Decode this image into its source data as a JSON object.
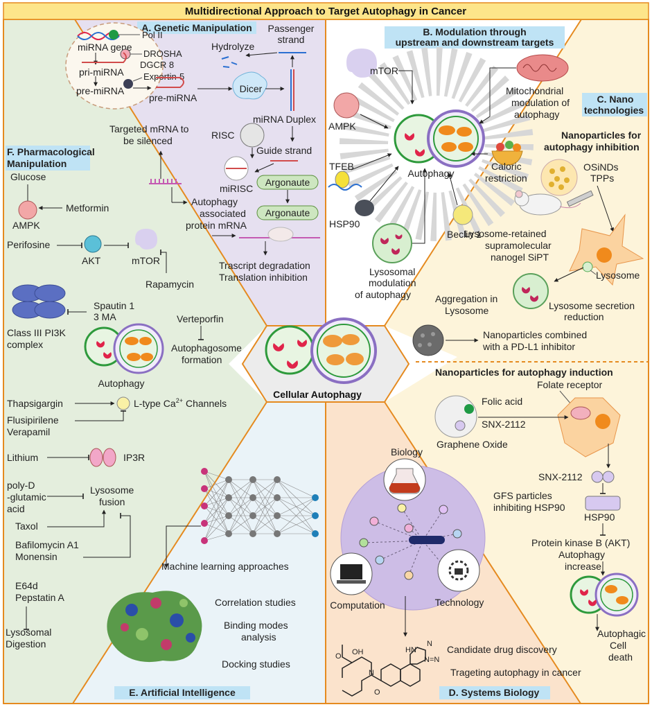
{
  "title": "Multidirectional Approach to Target Autophagy in Cancer",
  "center_label": "Cellular Autophagy",
  "colors": {
    "outline": "#e58a1f",
    "banner": "#fde58a",
    "label_bg": "#bfe3f5",
    "panel_A": "#e6e0f0",
    "panel_B": "#ffffff",
    "panel_C": "#fdf4da",
    "panel_D": "#fbe3cc",
    "panel_E": "#eaf3f8",
    "panel_F": "#e4eedd",
    "center": "#ececec",
    "cell_green": "#2e9a3c",
    "cell_purple": "#8a6fc2",
    "cargo_red": "#e0244a",
    "mito_orange": "#f08a1c"
  },
  "A": {
    "title": "A. Genetic Manipulation",
    "pol2": "Pol II",
    "mirna_gene": "miRNA gene",
    "drosha": "DROSHA",
    "dgcr8": "DGCR 8",
    "pri": "pri-miRNA",
    "exportin": "Exportin-5",
    "pre": "pre-miRNA",
    "pre2": "pre-miRNA",
    "dicer": "Dicer",
    "hydrolyze": "Hydrolyze",
    "passenger1": "Passenger",
    "passenger2": "strand",
    "duplex": "miRNA Duplex",
    "targeted1": "Targeted mRNA to",
    "targeted2": "be silenced",
    "risc": "RISC",
    "guide": "Guide strand",
    "mirisc": "miRISC",
    "argo1": "Argonaute",
    "argo2": "Argonaute",
    "assoc1": "Autophagy",
    "assoc2": "associated",
    "assoc3": "protein mRNA",
    "trans1": "Trascript degradation",
    "trans2": "Translation inhibition"
  },
  "B": {
    "title1": "B. Modulation through",
    "title2": "upstream and downstream targets",
    "mtor": "mTOR",
    "mito1": "Mitochondrial",
    "mito2": "modulation of",
    "mito3": "autophagy",
    "ampk": "AMPK",
    "tfeb": "TFEB",
    "autophagy": "Autophagy",
    "caloric1": "Caloric",
    "caloric2": "restriction",
    "hsp90": "HSP90",
    "beclin": "Beclin 1",
    "lyso1": "Lysosomal",
    "lyso2": "modulation",
    "lyso3": "of autophagy"
  },
  "C": {
    "title1": "C. Nano",
    "title2": "technologies",
    "inhib1": "Nanoparticles for",
    "inhib2": "autophagy inhibition",
    "osinds": "OSiNDs",
    "tpps": "TPPs",
    "retained1": "Lysosome-retained",
    "retained2": "supramolecular",
    "retained3": "nanogel SiPT",
    "lysosome": "Lysosome",
    "agg1": "Aggregation in",
    "agg2": "Lysosome",
    "secretion1": "Lysosome secretion",
    "secretion2": "reduction",
    "pdl1_1": "Nanoparticles combined",
    "pdl1_2": "with a PD-L1 inhibitor",
    "induct": "Nanoparticles for autophagy induction",
    "folate": "Folate receptor",
    "folic": "Folic acid",
    "snx": "SNX-2112",
    "graphene": "Graphene Oxide",
    "snx2": "SNX-2112",
    "gfs1": "GFS particles",
    "gfs2": "inhibiting HSP90",
    "hsp90": "HSP90",
    "pkb1": "Protein kinase B (AKT)",
    "pkb2": "Autophagy",
    "pkb3": "increase",
    "death1": "Autophagic",
    "death2": "Cell",
    "death3": "death"
  },
  "D": {
    "title": "D. Systems Biology",
    "biology": "Biology",
    "computation": "Computation",
    "technology": "Technology",
    "cand": "Candidate drug discovery",
    "target": "Trageting autophagy in cancer",
    "oh": "OH",
    "o1": "O",
    "o2": "O",
    "n": "N",
    "hn": "HN",
    "nnn": "N",
    "nn": "N=N"
  },
  "E": {
    "title": "E. Artificial Intelligence",
    "ml": "Machine learning approaches",
    "corr": "Correlation studies",
    "bind1": "Binding modes",
    "bind2": "analysis",
    "dock": "Docking studies"
  },
  "F": {
    "title1": "F. Pharmacological",
    "title2": "Manipulation",
    "glucose": "Glucose",
    "metformin": "Metformin",
    "ampk": "AMPK",
    "perifosine": "Perifosine",
    "akt": "AKT",
    "mtor": "mTOR",
    "rapamycin": "Rapamycin",
    "spautin": "Spautin 1",
    "ma3": "3 MA",
    "pi3k1": "Class III PI3K",
    "pi3k2": "complex",
    "verteporfin": "Verteporfin",
    "apform1": "Autophagosome",
    "apform2": "formation",
    "autophagy": "Autophagy",
    "thaps": "Thapsigargin",
    "ltype": "L-type Ca",
    "ltype_sup": "2+",
    "ltype_end": "Channels",
    "flusp": "Flusipirilene",
    "verap": "Verapamil",
    "lithium": "Lithium",
    "ip3r": "IP3R",
    "polyd1": "poly-D",
    "polyd2": "-glutamic",
    "polyd3": "acid",
    "lysfus1": "Lysosome",
    "lysfus2": "fusion",
    "taxol": "Taxol",
    "bafilo": "Bafilomycin A1",
    "monensin": "Monensin",
    "e64d": "E64d",
    "pepstatin": "Pepstatin A",
    "lysdig1": "Lysosomal",
    "lysdig2": "Digestion"
  }
}
